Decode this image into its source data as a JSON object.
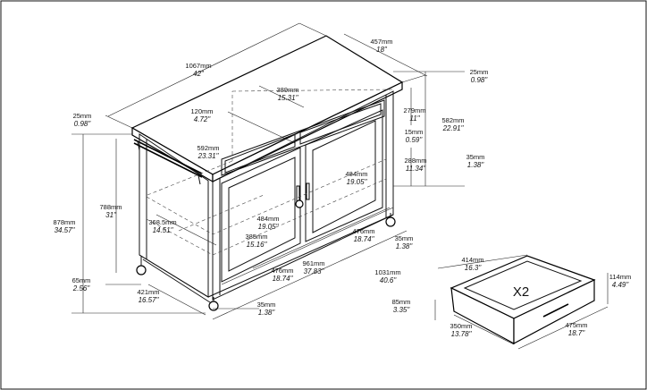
{
  "drawer_label": "X2",
  "dimensions": [
    {
      "id": "top-depth",
      "mm": "457mm",
      "inch": "18\""
    },
    {
      "id": "top-width",
      "mm": "1067mm",
      "inch": "42\""
    },
    {
      "id": "top-thickness-right",
      "mm": "25mm",
      "inch": "0.98\""
    },
    {
      "id": "top-thickness-left",
      "mm": "25mm",
      "inch": "0.98\""
    },
    {
      "id": "shelf-opening-width",
      "mm": "389mm",
      "inch": "15.31\""
    },
    {
      "id": "drawer-opening-height",
      "mm": "120mm",
      "inch": "4.72\""
    },
    {
      "id": "upper-section-height",
      "mm": "279mm",
      "inch": "11\""
    },
    {
      "id": "cabinet-height",
      "mm": "582mm",
      "inch": "22.91\""
    },
    {
      "id": "rail-thickness",
      "mm": "15mm",
      "inch": "0.59\""
    },
    {
      "id": "inner-width",
      "mm": "592mm",
      "inch": "23.31\""
    },
    {
      "id": "shelf-spacing",
      "mm": "288mm",
      "inch": "11.34\""
    },
    {
      "id": "leg-offset-right",
      "mm": "35mm",
      "inch": "1.38\""
    },
    {
      "id": "shelf-depth-upper",
      "mm": "484mm",
      "inch": "19.05\""
    },
    {
      "id": "overall-height",
      "mm": "878mm",
      "inch": "34.57\""
    },
    {
      "id": "side-height",
      "mm": "788mm",
      "inch": "31\""
    },
    {
      "id": "shelf-depth-lower",
      "mm": "368.5mm",
      "inch": "14.51\""
    },
    {
      "id": "shelf-width-lower",
      "mm": "484mm",
      "inch": "19.05\""
    },
    {
      "id": "shelf-inner-width",
      "mm": "385mm",
      "inch": "15.16\""
    },
    {
      "id": "door-width",
      "mm": "476mm",
      "inch": "18.74\""
    },
    {
      "id": "caster-offset",
      "mm": "35mm",
      "inch": "1.38\""
    },
    {
      "id": "door-width-lower",
      "mm": "476mm",
      "inch": "18.74\""
    },
    {
      "id": "inner-span",
      "mm": "961mm",
      "inch": "37.83\""
    },
    {
      "id": "overall-width",
      "mm": "1031mm",
      "inch": "40.6\""
    },
    {
      "id": "caster-height",
      "mm": "65mm",
      "inch": "2.56\""
    },
    {
      "id": "side-depth",
      "mm": "421mm",
      "inch": "16.57\""
    },
    {
      "id": "leg-offset-front",
      "mm": "35mm",
      "inch": "1.38\""
    },
    {
      "id": "drawer-width",
      "mm": "414mm",
      "inch": "16.3\""
    },
    {
      "id": "drawer-box-height",
      "mm": "114mm",
      "inch": "4.49\""
    },
    {
      "id": "drawer-depth",
      "mm": "85mm",
      "inch": "3.35\""
    },
    {
      "id": "drawer-inner-depth",
      "mm": "350mm",
      "inch": "13.78\""
    },
    {
      "id": "drawer-front-width",
      "mm": "475mm",
      "inch": "18.7\""
    }
  ]
}
